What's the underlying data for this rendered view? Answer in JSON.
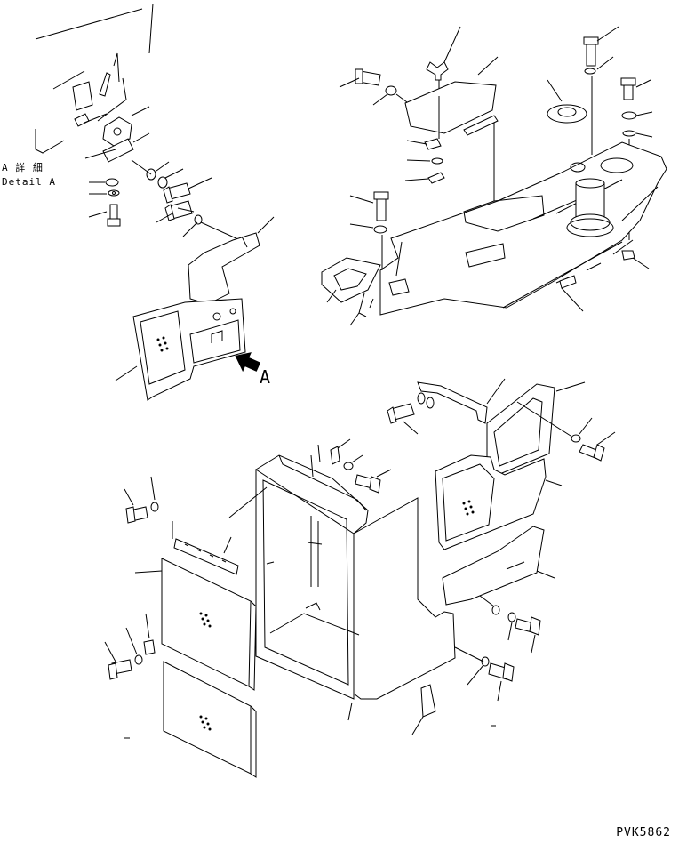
{
  "detail": {
    "label_jp": "A 詳 細",
    "label_en": "Detail A",
    "arrow_letter": "A"
  },
  "drawing_code": "PVK5862"
}
